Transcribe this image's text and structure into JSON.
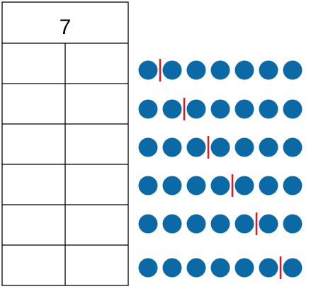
{
  "header": {
    "number": "7"
  },
  "table": {
    "rows": 6,
    "columns": 2
  },
  "dot_rows": [
    {
      "dots": 7,
      "divider_after": 1
    },
    {
      "dots": 7,
      "divider_after": 2
    },
    {
      "dots": 7,
      "divider_after": 3
    },
    {
      "dots": 7,
      "divider_after": 4
    },
    {
      "dots": 7,
      "divider_after": 5
    },
    {
      "dots": 7,
      "divider_after": 6
    }
  ],
  "colors": {
    "dot": "#0b6aa6",
    "divider": "#e0171c",
    "lines": "#000000"
  }
}
